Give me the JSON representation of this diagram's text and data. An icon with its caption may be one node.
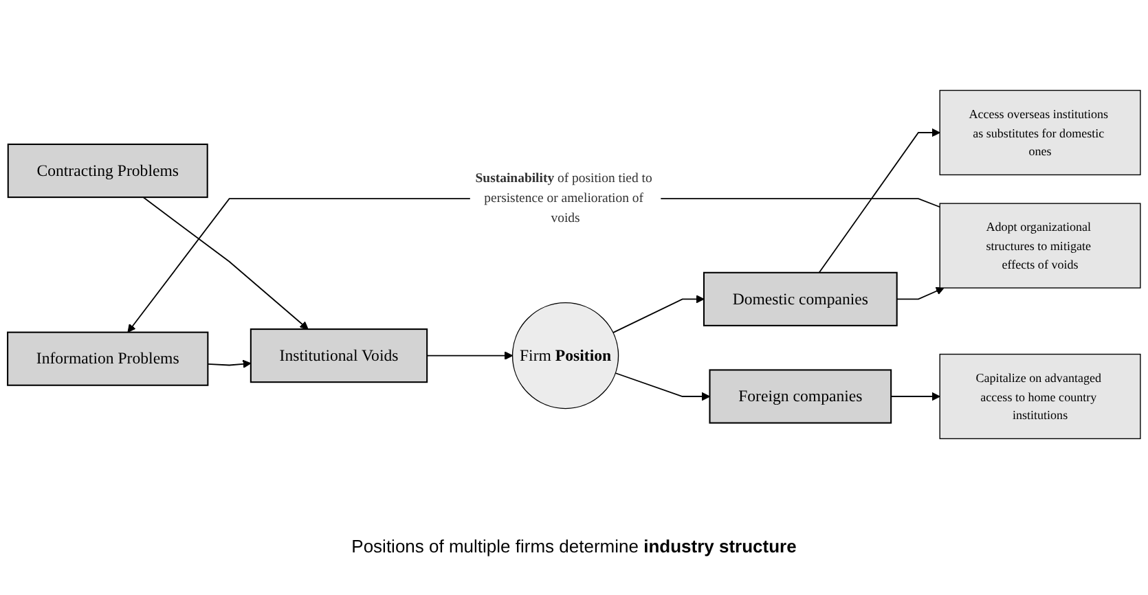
{
  "diagram": {
    "nodes": [
      {
        "text": [
          "Information Problems"
        ]
      },
      {
        "text": [
          "Contracting Problems"
        ]
      },
      {
        "text": [
          "Institutional Voids"
        ]
      },
      {
        "text": [
          "Firm **Position**"
        ]
      },
      {
        "text": [
          "Domestic companies"
        ]
      },
      {
        "text": [
          "Foreign companies"
        ]
      },
      {
        "text": [
          "Adopt organizational structures to mitigate effects of voids"
        ]
      },
      {
        "text": [
          "Access overseas institutions as substitutes for domestic ones"
        ]
      },
      {
        "text": [
          "Capitalize on advantaged access to home country institutions"
        ]
      }
    ],
    "edges": [
      {
        "from": 0,
        "to": 2,
        "arrow": "to"
      },
      {
        "from": 1,
        "to": 2,
        "arrow": "to"
      },
      {
        "from": 2,
        "to": 3,
        "arrow": "to"
      },
      {
        "from": 3,
        "to": 4,
        "arrow": "to"
      },
      {
        "from": 3,
        "to": 5,
        "arrow": "to"
      },
      {
        "from": 4,
        "to": 6,
        "arrow": "to"
      },
      {
        "from": 4,
        "to": 7,
        "arrow": "to"
      },
      {
        "from": 5,
        "to": 8,
        "arrow": "to"
      },
      {
        "from": 6,
        "to": 0,
        "arrow": "to",
        "label": "**Sustainability** of position tied to persistence or amelioration of voids"
      }
    ],
    "labels": [
      "Positions of multiple firms determine **industry structure**"
    ]
  }
}
